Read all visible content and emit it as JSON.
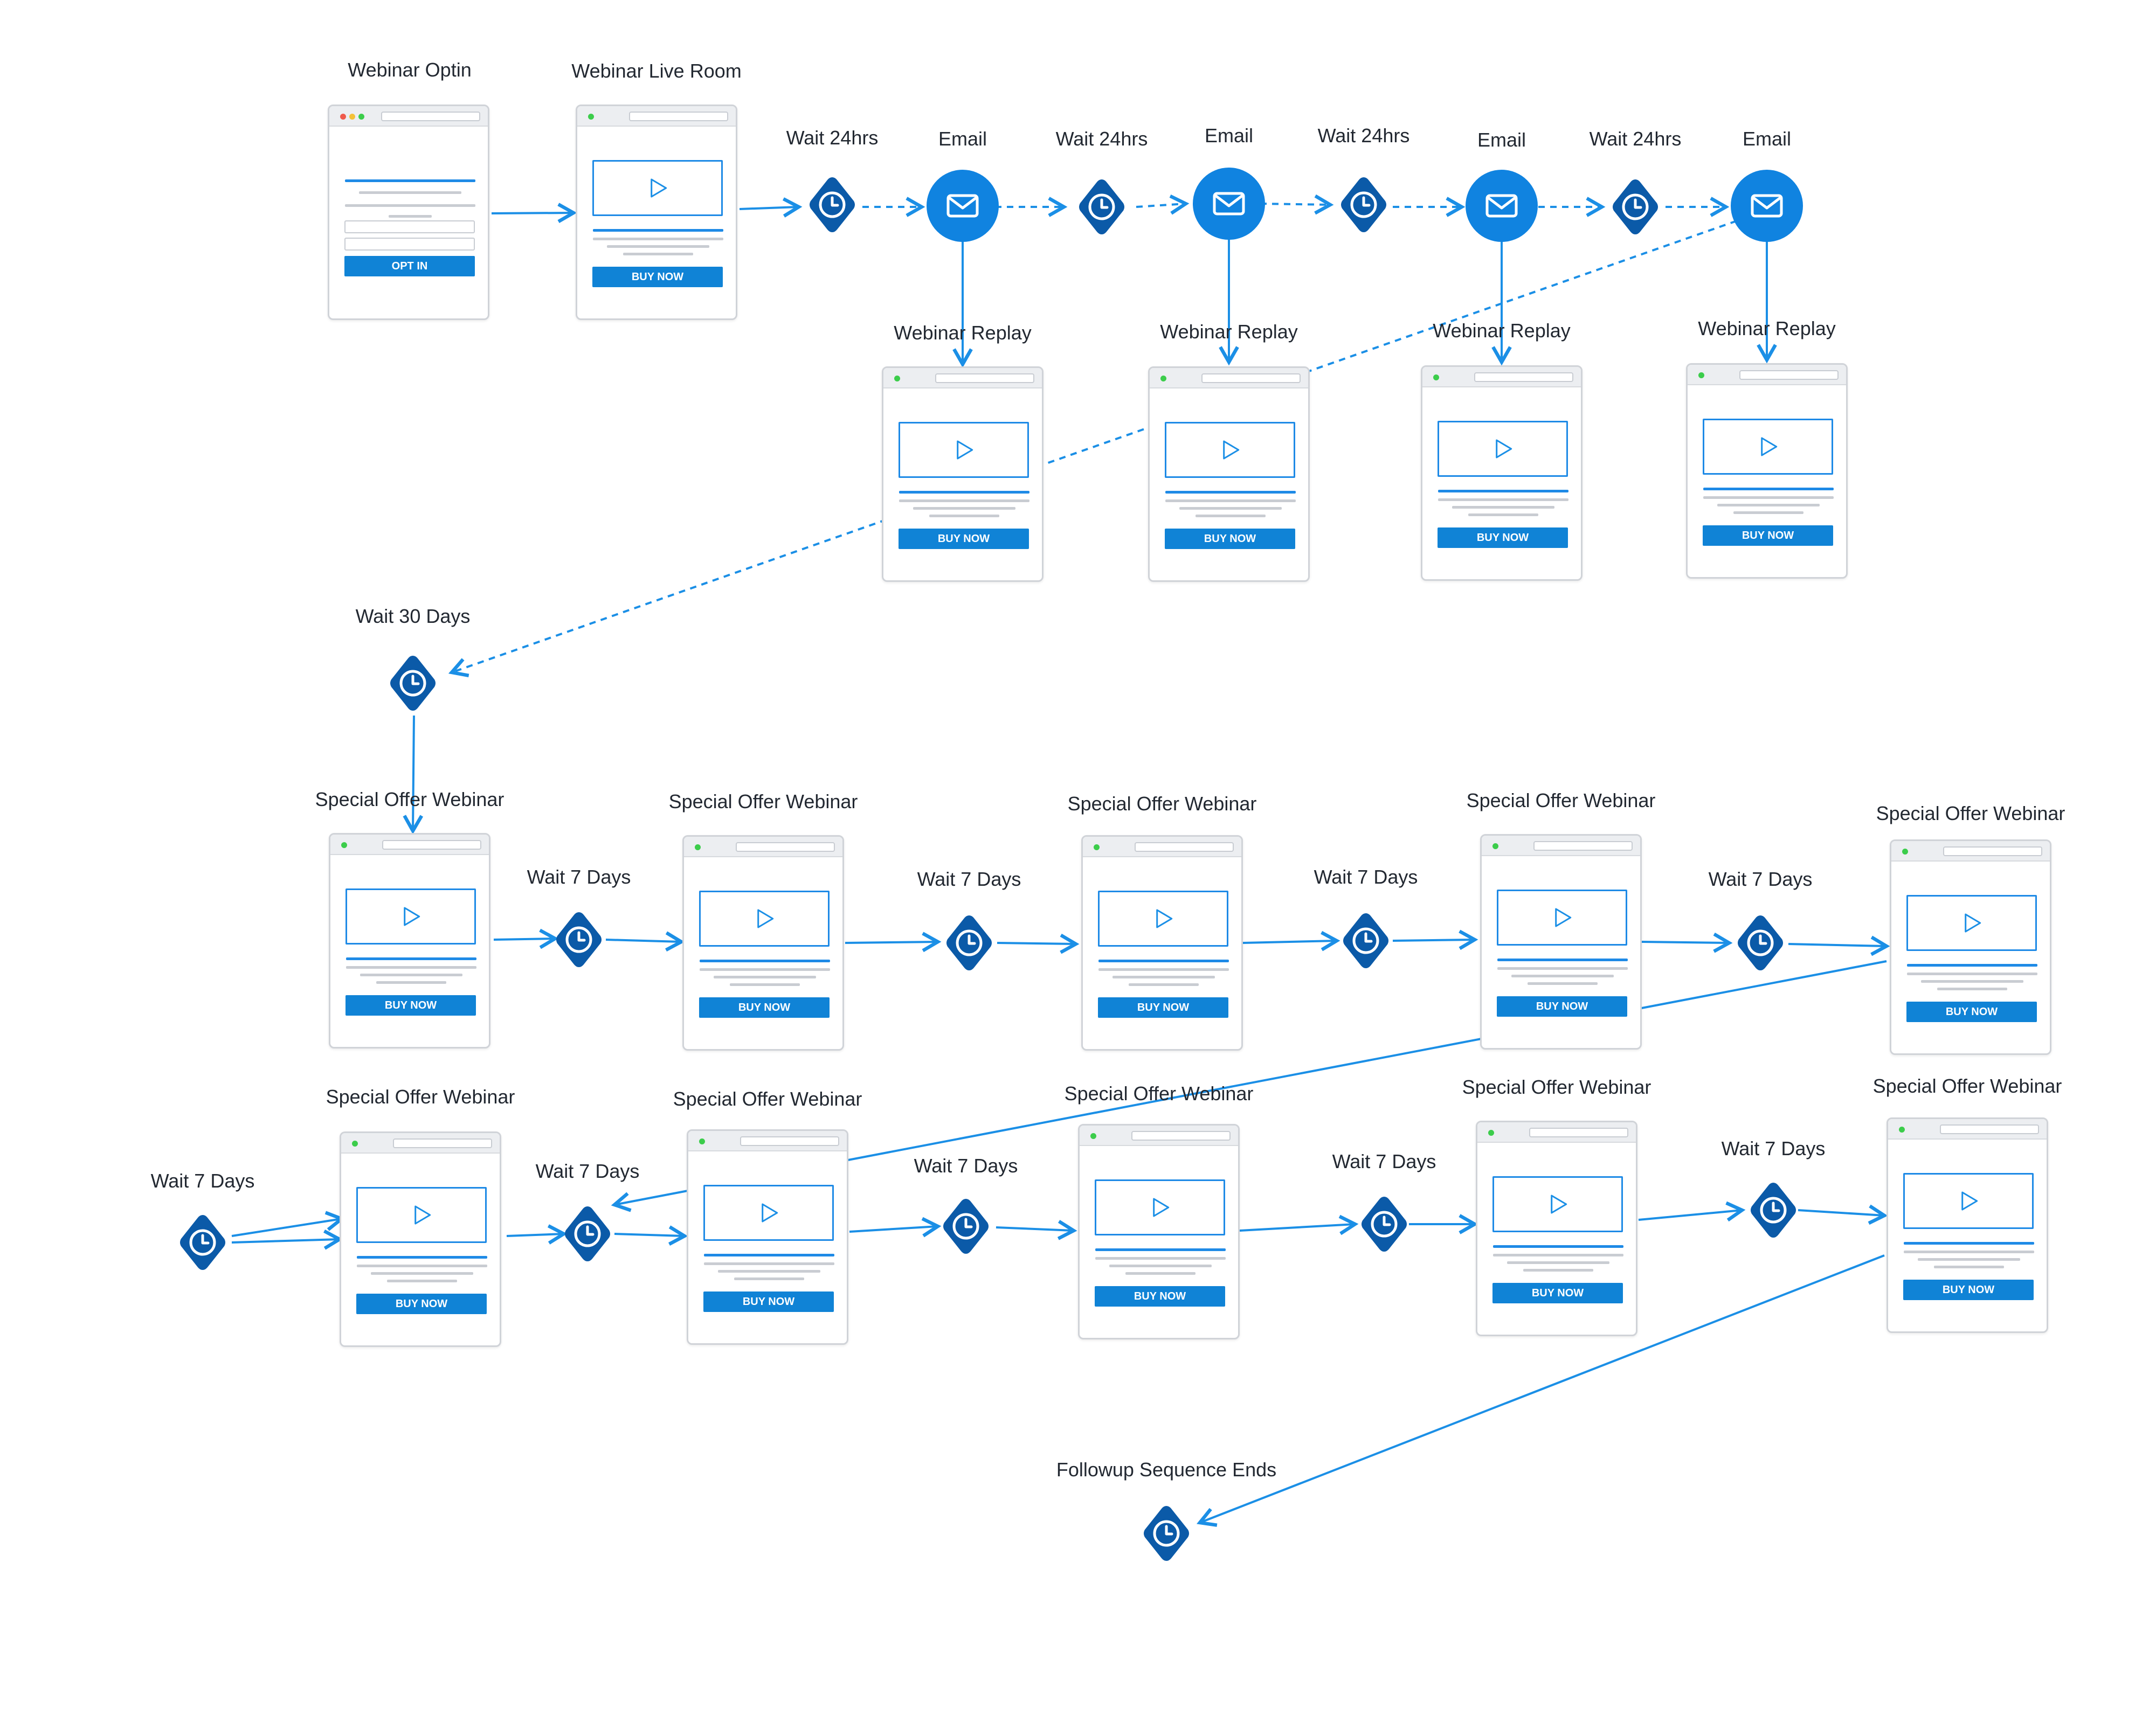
{
  "colors": {
    "accent": "#1083d6",
    "connector": "#1b8fe6",
    "wait_node": "#0b5aa8",
    "email_node": "#1083e0",
    "dot_red": "#ef5a4c",
    "dot_yellow": "#f4c138",
    "dot_green": "#3ccd4b"
  },
  "nodes": {
    "optin": {
      "label": "Webinar Optin",
      "button": "OPT IN",
      "icon": "browser-page"
    },
    "live_room": {
      "label": "Webinar Live Room",
      "button": "BUY NOW",
      "icon": "browser-page-video"
    },
    "wait_24hrs": {
      "label": "Wait 24hrs",
      "icon": "clock-icon"
    },
    "email": {
      "label": "Email",
      "icon": "envelope-icon"
    },
    "replay": {
      "label": "Webinar Replay",
      "button": "BUY NOW"
    },
    "wait_30_days": {
      "label": "Wait 30 Days",
      "icon": "clock-icon"
    },
    "special_offer": {
      "label": "Special Offer Webinar",
      "button": "BUY NOW"
    },
    "wait_7_days": {
      "label": "Wait 7 Days",
      "icon": "clock-icon"
    },
    "sequence_end": {
      "label": "Followup Sequence Ends",
      "icon": "clock-icon"
    }
  },
  "legend_note": ""
}
